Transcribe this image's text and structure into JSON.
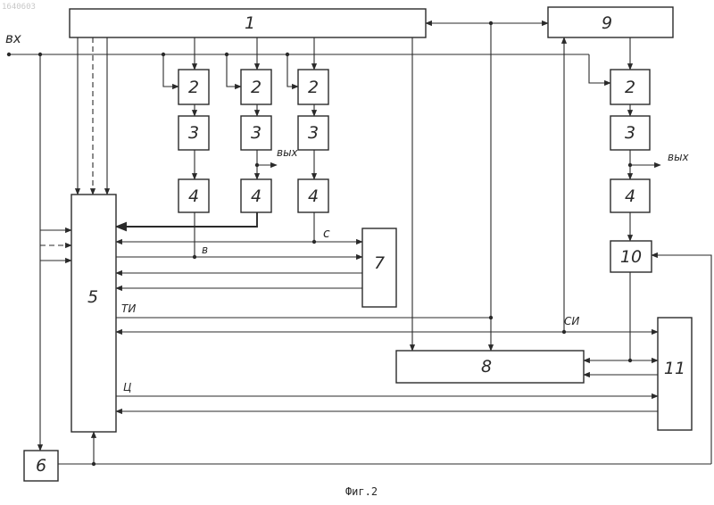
{
  "doc_id": "1640603",
  "caption": "Фиг.2",
  "signals": {
    "input": "вх",
    "output_mid": "вых",
    "output_right": "вых",
    "b": "в",
    "c": "с",
    "ti": "ТИ",
    "si": "СИ",
    "ts": "Ц"
  },
  "blocks": {
    "b1": "1",
    "b2a": "2",
    "b2b": "2",
    "b2c": "2",
    "b2d": "2",
    "b3a": "3",
    "b3b": "3",
    "b3c": "3",
    "b3d": "3",
    "b4a": "4",
    "b4b": "4",
    "b4c": "4",
    "b4d": "4",
    "b5": "5",
    "b6": "6",
    "b7": "7",
    "b8": "8",
    "b9": "9",
    "b10": "10",
    "b11": "11"
  }
}
